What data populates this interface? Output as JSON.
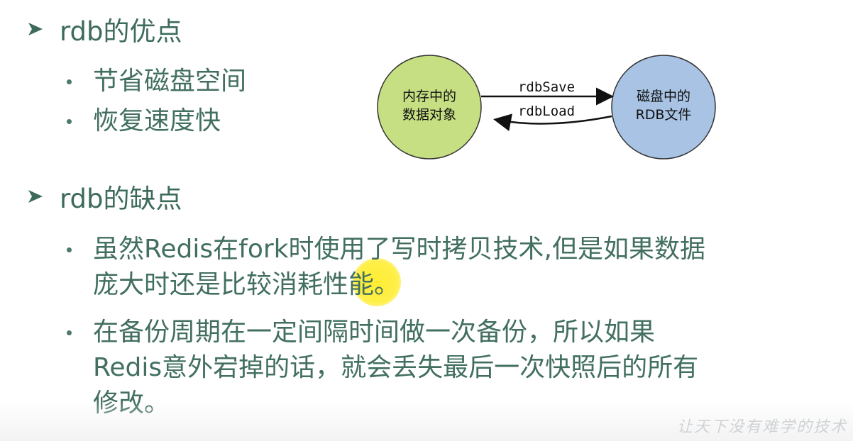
{
  "section1": {
    "title": "rdb的优点",
    "bullets": [
      "节省磁盘空间",
      "恢复速度快"
    ]
  },
  "diagram": {
    "node_left": {
      "line1": "内存中的",
      "line2": "数据对象",
      "fill": "#c5df82"
    },
    "node_right": {
      "line1": "磁盘中的",
      "line2": "RDB文件",
      "fill": "#a8c3e4"
    },
    "edge_top_label": "rdbSave",
    "edge_bottom_label": "rdbLoad"
  },
  "section2": {
    "title": "rdb的缺点",
    "bullets": [
      "虽然Redis在fork时使用了写时拷贝技术,但是如果数据\n庞大时还是比较消耗性能。",
      "在备份周期在一定间隔时间做一次备份，所以如果\nRedis意外宕掉的话，就会丢失最后一次快照后的所有\n修改。"
    ]
  },
  "watermark": "让天下没有难学的技术",
  "colors": {
    "text_green": "#3d6b5a",
    "highlight_yellow": "#ffec28"
  }
}
